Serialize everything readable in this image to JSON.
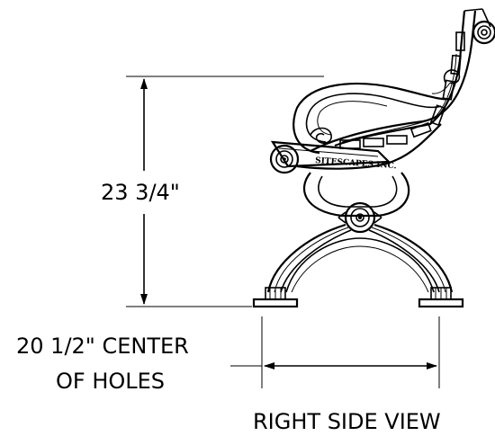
{
  "height_dimension": "23 3/4\"",
  "width_dimension": {
    "line1": "20 1/2\" CENTER",
    "line2": "OF HOLES"
  },
  "view_label": "RIGHT SIDE VIEW",
  "brand": "SITESCAPES INC."
}
